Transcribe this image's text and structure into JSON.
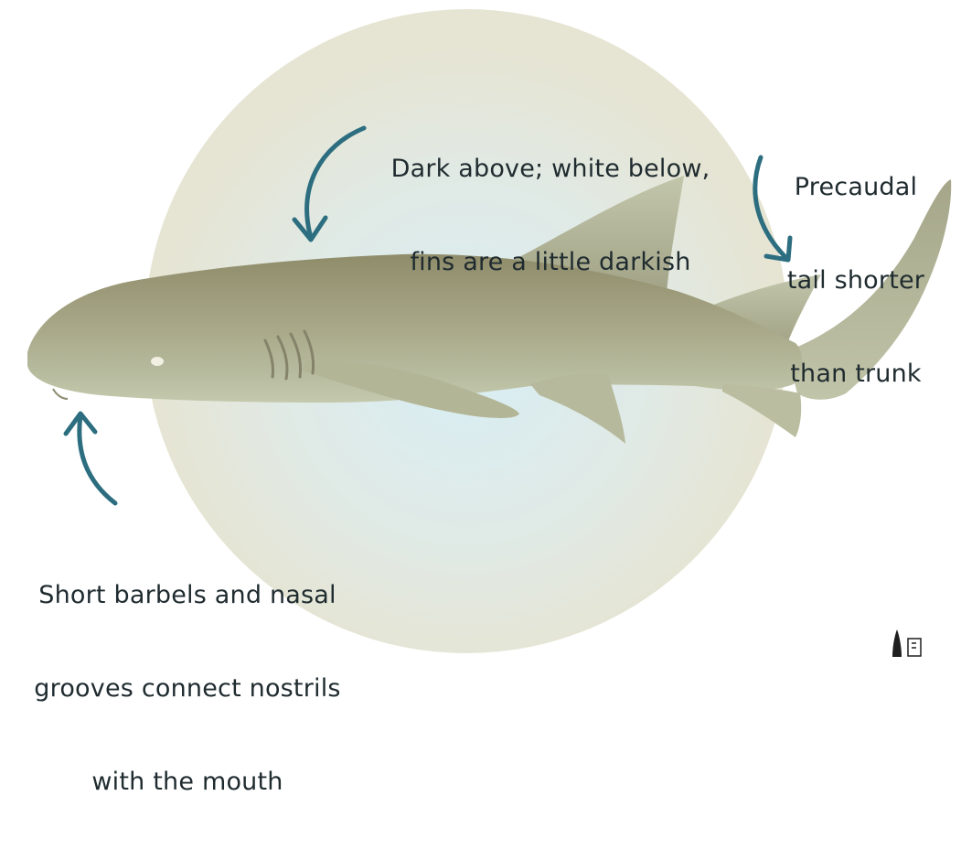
{
  "annotations": {
    "coloration": {
      "lines": [
        "Dark above; white below,",
        "fins are a little darkish"
      ]
    },
    "tail": {
      "lines": [
        "Precaudal",
        "tail shorter",
        "than trunk"
      ]
    },
    "barbels": {
      "lines": [
        "Short barbels and nasal",
        "grooves connect nostrils",
        "with the mouth"
      ]
    }
  },
  "colors": {
    "arrow": "#2c6e80",
    "text": "#1f2b2f",
    "backdrop_outer": "#e4e3d2",
    "backdrop_inner": "#dcecf0",
    "shark_dorsal": "#9b9a78",
    "shark_ventral": "#bfc3a6"
  },
  "icons": {
    "arrow_icon": "curved-arrow",
    "logo": "fin-and-book-logo"
  }
}
